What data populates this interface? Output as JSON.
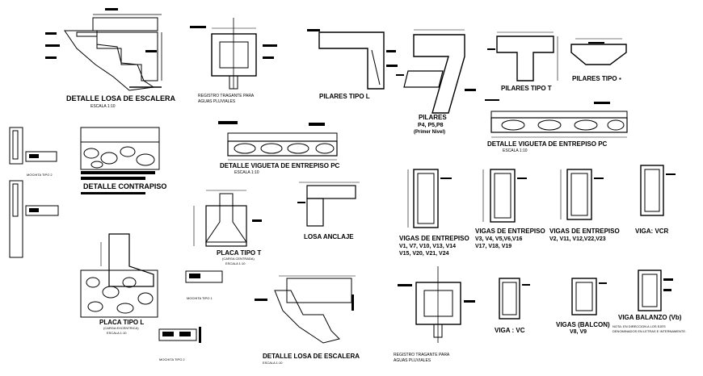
{
  "labels": {
    "losa_escalera_top": "DETALLE LOSA DE ESCALERA",
    "losa_escalera_top_scale": "ESCALA 1:10",
    "registro_top_1": "REGISTRO TRAGANTE PARA",
    "registro_top_2": "AGUAS PLUVIALES",
    "pilares_tipo_l": "PILARES TIPO L",
    "pilares_1": "PILARES",
    "pilares_2": "P4, P5,P8",
    "pilares_3": "(Primer Nivel)",
    "pilares_tipo_t": "PILARES TIPO T",
    "pilares_tipo_top": "PILARES TIPO",
    "vigueta_right": "DETALLE VIGUETA DE ENTREPISO PC",
    "vigueta_right_scale": "ESCALA 1:10",
    "vigueta_center": "DETALLE VIGUETA DE ENTREPISO PC",
    "vigueta_center_scale": "ESCALA 1:10",
    "contrapiso": "DETALLE CONTRAPISO",
    "mochita_2": "MOCHITA TIPO 2",
    "losa_anclaje": "LOSA ANCLAJE",
    "placa_t": "PLACA TIPO T",
    "placa_t_sub": "(CARGA CENTRADA)",
    "placa_t_scale": "ESCALA 1:10",
    "mochita_1": "MOCHITA TIPO 1",
    "placa_l": "PLACA TIPO L",
    "placa_l_sub": "(CARGA EXCENTRICA)",
    "placa_l_scale": "ESCALA 1:10",
    "mochita_bottom": "MOCHITA TIPO 2",
    "losa_escalera_bottom": "DETALLE LOSA DE ESCALERA",
    "losa_escalera_bottom_scale": "ESCALA 1:10",
    "registro_bottom_1": "REGISTRO TRAGANTE PARA",
    "registro_bottom_2": "AGUAS PLUVIALES",
    "vigas_entrepiso_a_1": "VIGAS DE ENTREPISO",
    "vigas_entrepiso_a_2": "V1, V7, V10, V13, V14",
    "vigas_entrepiso_a_3": "V15, V20, V21, V24",
    "vigas_entrepiso_b_1": "VIGAS DE ENTREPISO",
    "vigas_entrepiso_b_2": "V3, V4, V5,V6,V16",
    "vigas_entrepiso_b_3": "V17, V18, V19",
    "vigas_entrepiso_c_1": "VIGAS DE ENTREPISO",
    "vigas_entrepiso_c_2": "V2, V11, V12,V22,V23",
    "viga_vcr": "VIGA: VCR",
    "viga_vc": "VIGA : VC",
    "vigas_balcon_1": "VIGAS (BALCON)",
    "vigas_balcon_2": "V8, V9",
    "viga_balanzo_1": "VIGA BALANZO (Vb)",
    "nota_1": "NOTA: EN DIRECCION A LOS EJES",
    "nota_2": "DENOMINADOS EN LETRAS E INTERNAMENTE."
  }
}
